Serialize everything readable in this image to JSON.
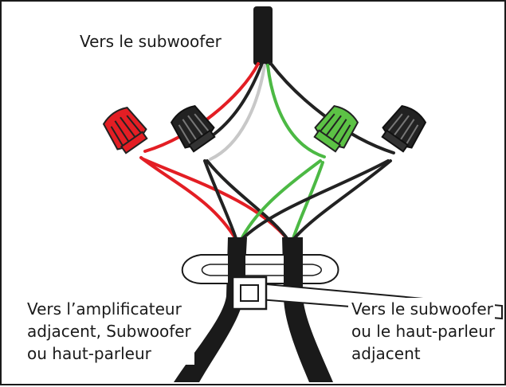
{
  "labels": {
    "top": "Vers le subwoofer",
    "left": "Vers l’amplificateur\nadjacent, Subwoofer\nou haut-parleur",
    "right": "Vers le subwoofer\nou le haut-parleur\nadjacent"
  },
  "connectors": [
    {
      "name": "red-wire-nut",
      "color": "#e31e24"
    },
    {
      "name": "black-wire-nut-left",
      "color": "#222222"
    },
    {
      "name": "green-wire-nut",
      "color": "#5cc245"
    },
    {
      "name": "black-wire-nut-right",
      "color": "#222222"
    }
  ],
  "colors": {
    "cable": "#1a1a1a",
    "red": "#e31e24",
    "green": "#4cb944",
    "white": "#c8c8c8",
    "tie": "#ffffff"
  }
}
